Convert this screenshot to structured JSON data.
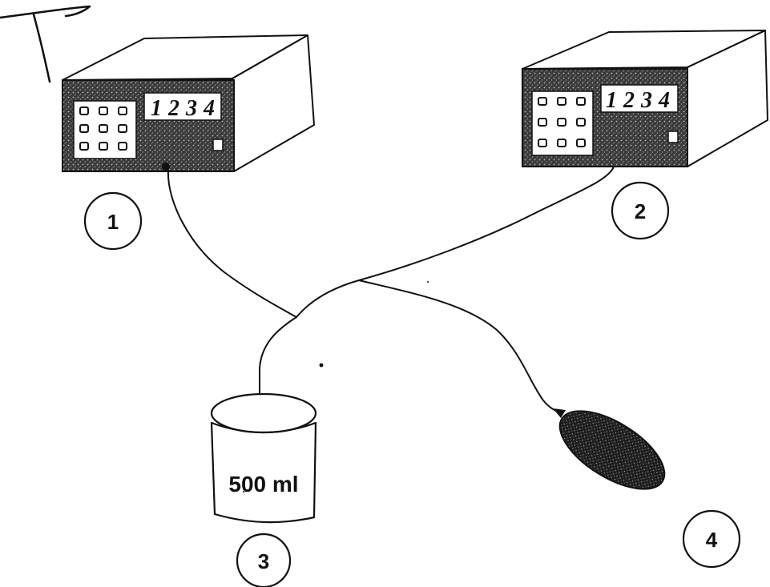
{
  "device_1": {
    "display_digits": [
      "1",
      "2",
      "3",
      "4"
    ],
    "callout": "1"
  },
  "device_2": {
    "display_digits": [
      "1",
      "2",
      "3",
      "4"
    ],
    "callout": "2"
  },
  "container": {
    "volume_label": "500 ml",
    "callout": "3"
  },
  "probe": {
    "callout": "4"
  },
  "colors": {
    "ink": "#111111",
    "paper": "#ffffff",
    "panel_shade": "#2a2a2a"
  }
}
